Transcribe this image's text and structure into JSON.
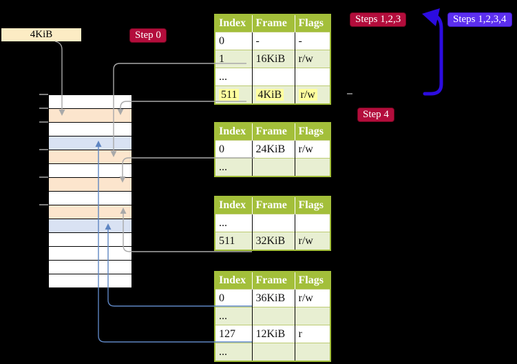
{
  "frame_label": {
    "text": "4KiB"
  },
  "step_badges": {
    "step0": "Step 0",
    "steps123": "Steps 1,2,3",
    "steps1234": "Steps 1,2,3,4",
    "step4": "Step 4"
  },
  "page_tables": [
    {
      "name": "page-table-level-top",
      "headers": [
        "Index",
        "Frame",
        "Flags"
      ],
      "rows": [
        {
          "cells": [
            "0",
            "-",
            "-"
          ],
          "shade": false,
          "highlight": false
        },
        {
          "cells": [
            "1",
            "16KiB",
            "r/w"
          ],
          "shade": true,
          "highlight": false
        },
        {
          "cells": [
            "...",
            "",
            ""
          ],
          "shade": false,
          "highlight": false
        },
        {
          "cells": [
            "511",
            "4KiB",
            "r/w"
          ],
          "shade": true,
          "highlight": true
        }
      ]
    },
    {
      "name": "page-table-level-3",
      "headers": [
        "Index",
        "Frame",
        "Flags"
      ],
      "rows": [
        {
          "cells": [
            "0",
            "24KiB",
            "r/w"
          ],
          "shade": false,
          "highlight": false
        },
        {
          "cells": [
            "...",
            "",
            ""
          ],
          "shade": true,
          "highlight": false
        }
      ]
    },
    {
      "name": "page-table-level-2",
      "headers": [
        "Index",
        "Frame",
        "Flags"
      ],
      "rows": [
        {
          "cells": [
            "...",
            "",
            ""
          ],
          "shade": false,
          "highlight": false
        },
        {
          "cells": [
            "511",
            "32KiB",
            "r/w"
          ],
          "shade": true,
          "highlight": false
        }
      ]
    },
    {
      "name": "page-table-level-1",
      "headers": [
        "Index",
        "Frame",
        "Flags"
      ],
      "rows": [
        {
          "cells": [
            "0",
            "36KiB",
            "r/w"
          ],
          "shade": false,
          "highlight": false
        },
        {
          "cells": [
            "...",
            "",
            ""
          ],
          "shade": true,
          "highlight": false
        },
        {
          "cells": [
            "127",
            "12KiB",
            "r"
          ],
          "shade": false,
          "highlight": false
        },
        {
          "cells": [
            "...",
            "",
            ""
          ],
          "shade": true,
          "highlight": false
        }
      ]
    }
  ],
  "memory_column": {
    "rows": [
      "white",
      "peach",
      "white",
      "blue",
      "peach",
      "white",
      "peach",
      "white",
      "peach",
      "blue",
      "white",
      "white",
      "white",
      "white"
    ]
  },
  "colors": {
    "table_header_green": "#a3bf3a",
    "table_row_shade": "#e8efd2",
    "highlight_yellow": "#ffff9e",
    "badge_crimson": "#b30d3c",
    "badge_violet": "#5c2ff0",
    "loop_arrow_blue": "#2c0ce0",
    "connector_gray": "#a9a9a9",
    "connector_blue": "#5e85c2",
    "frame_label_bg": "#fcecc4",
    "mem_frame_peach": "#fce5cd",
    "mem_frame_blue": "#d9e2f3"
  }
}
